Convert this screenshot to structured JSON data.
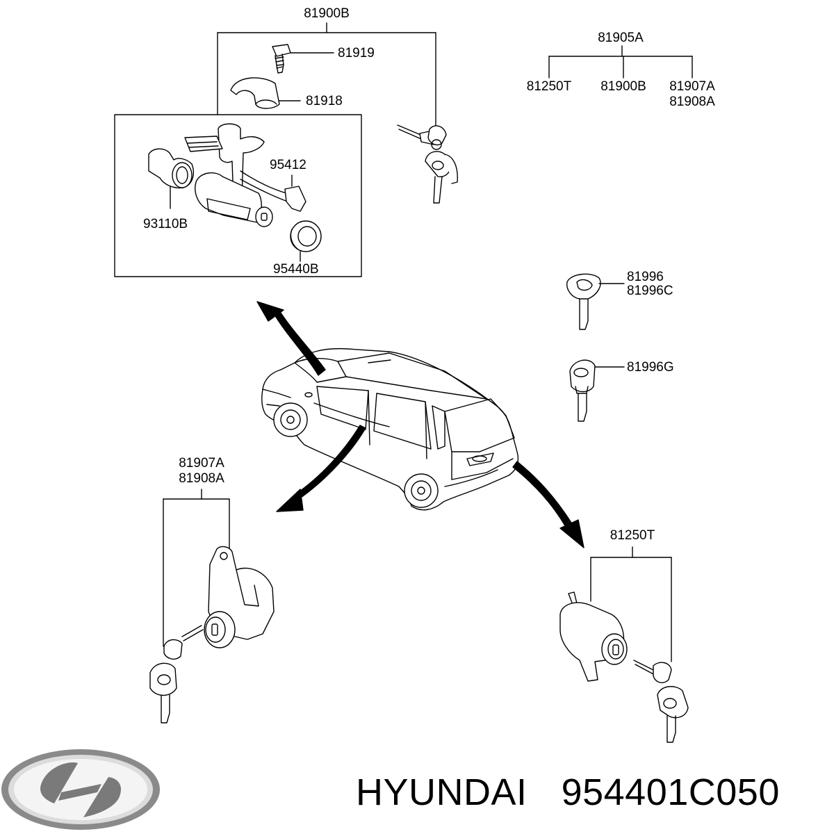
{
  "diagram": {
    "labels": {
      "ignition_set": "81900B",
      "bolt": "81919",
      "bracket": "81918",
      "switch": "95412",
      "cylinder_body": "93110B",
      "ring": "95440B",
      "lock_set": "81905A",
      "lock_set_sub1": "81250T",
      "lock_set_sub2": "81900B",
      "lock_set_sub3_a": "81907A",
      "lock_set_sub3_b": "81908A",
      "key_blank_a": "81996",
      "key_blank_b": "81996C",
      "key_remote": "81996G",
      "door_lock_a": "81907A",
      "door_lock_b": "81908A",
      "tailgate_lock": "81250T"
    }
  },
  "footer": {
    "brand": "HYUNDAI",
    "part_number": "954401C050"
  }
}
